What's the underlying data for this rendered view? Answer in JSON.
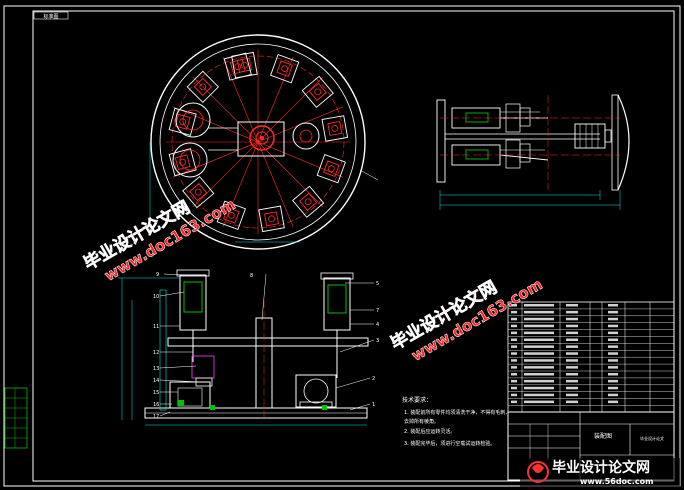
{
  "sheet": {
    "corner_tag": "标准图",
    "background": "#000000",
    "line_color": "#ffffff",
    "accent_red": "#ff2a2a",
    "accent_cyan": "#00e5e5",
    "accent_yellow": "#ffff00",
    "accent_green": "#00c000",
    "accent_magenta": "#ff40ff"
  },
  "parts": {
    "right": [
      "5",
      "7",
      "4",
      "3",
      "2",
      "1"
    ],
    "left": [
      "9",
      "10",
      "11",
      "12",
      "13",
      "14",
      "15",
      "16",
      "17"
    ],
    "top_post": "8"
  },
  "tech_notes": {
    "title": "技术要求：",
    "items": [
      "1. 装配前所有零件均须清洗干净，不得有毛刺、",
      "   去掉所有棱角。",
      "2. 装配后应运转灵活。",
      "3. 装配完毕后，须进行空载试运转检验。"
    ]
  },
  "title_block": {
    "drawing_name": "装配图",
    "company_field": "毕业设计论文"
  },
  "watermarks": {
    "text_cn": "毕业设计论文网",
    "text_url": "www.doc163.com"
  },
  "footer_logo": {
    "cn": "毕业设计论文网",
    "url": "www.56doc.com"
  }
}
